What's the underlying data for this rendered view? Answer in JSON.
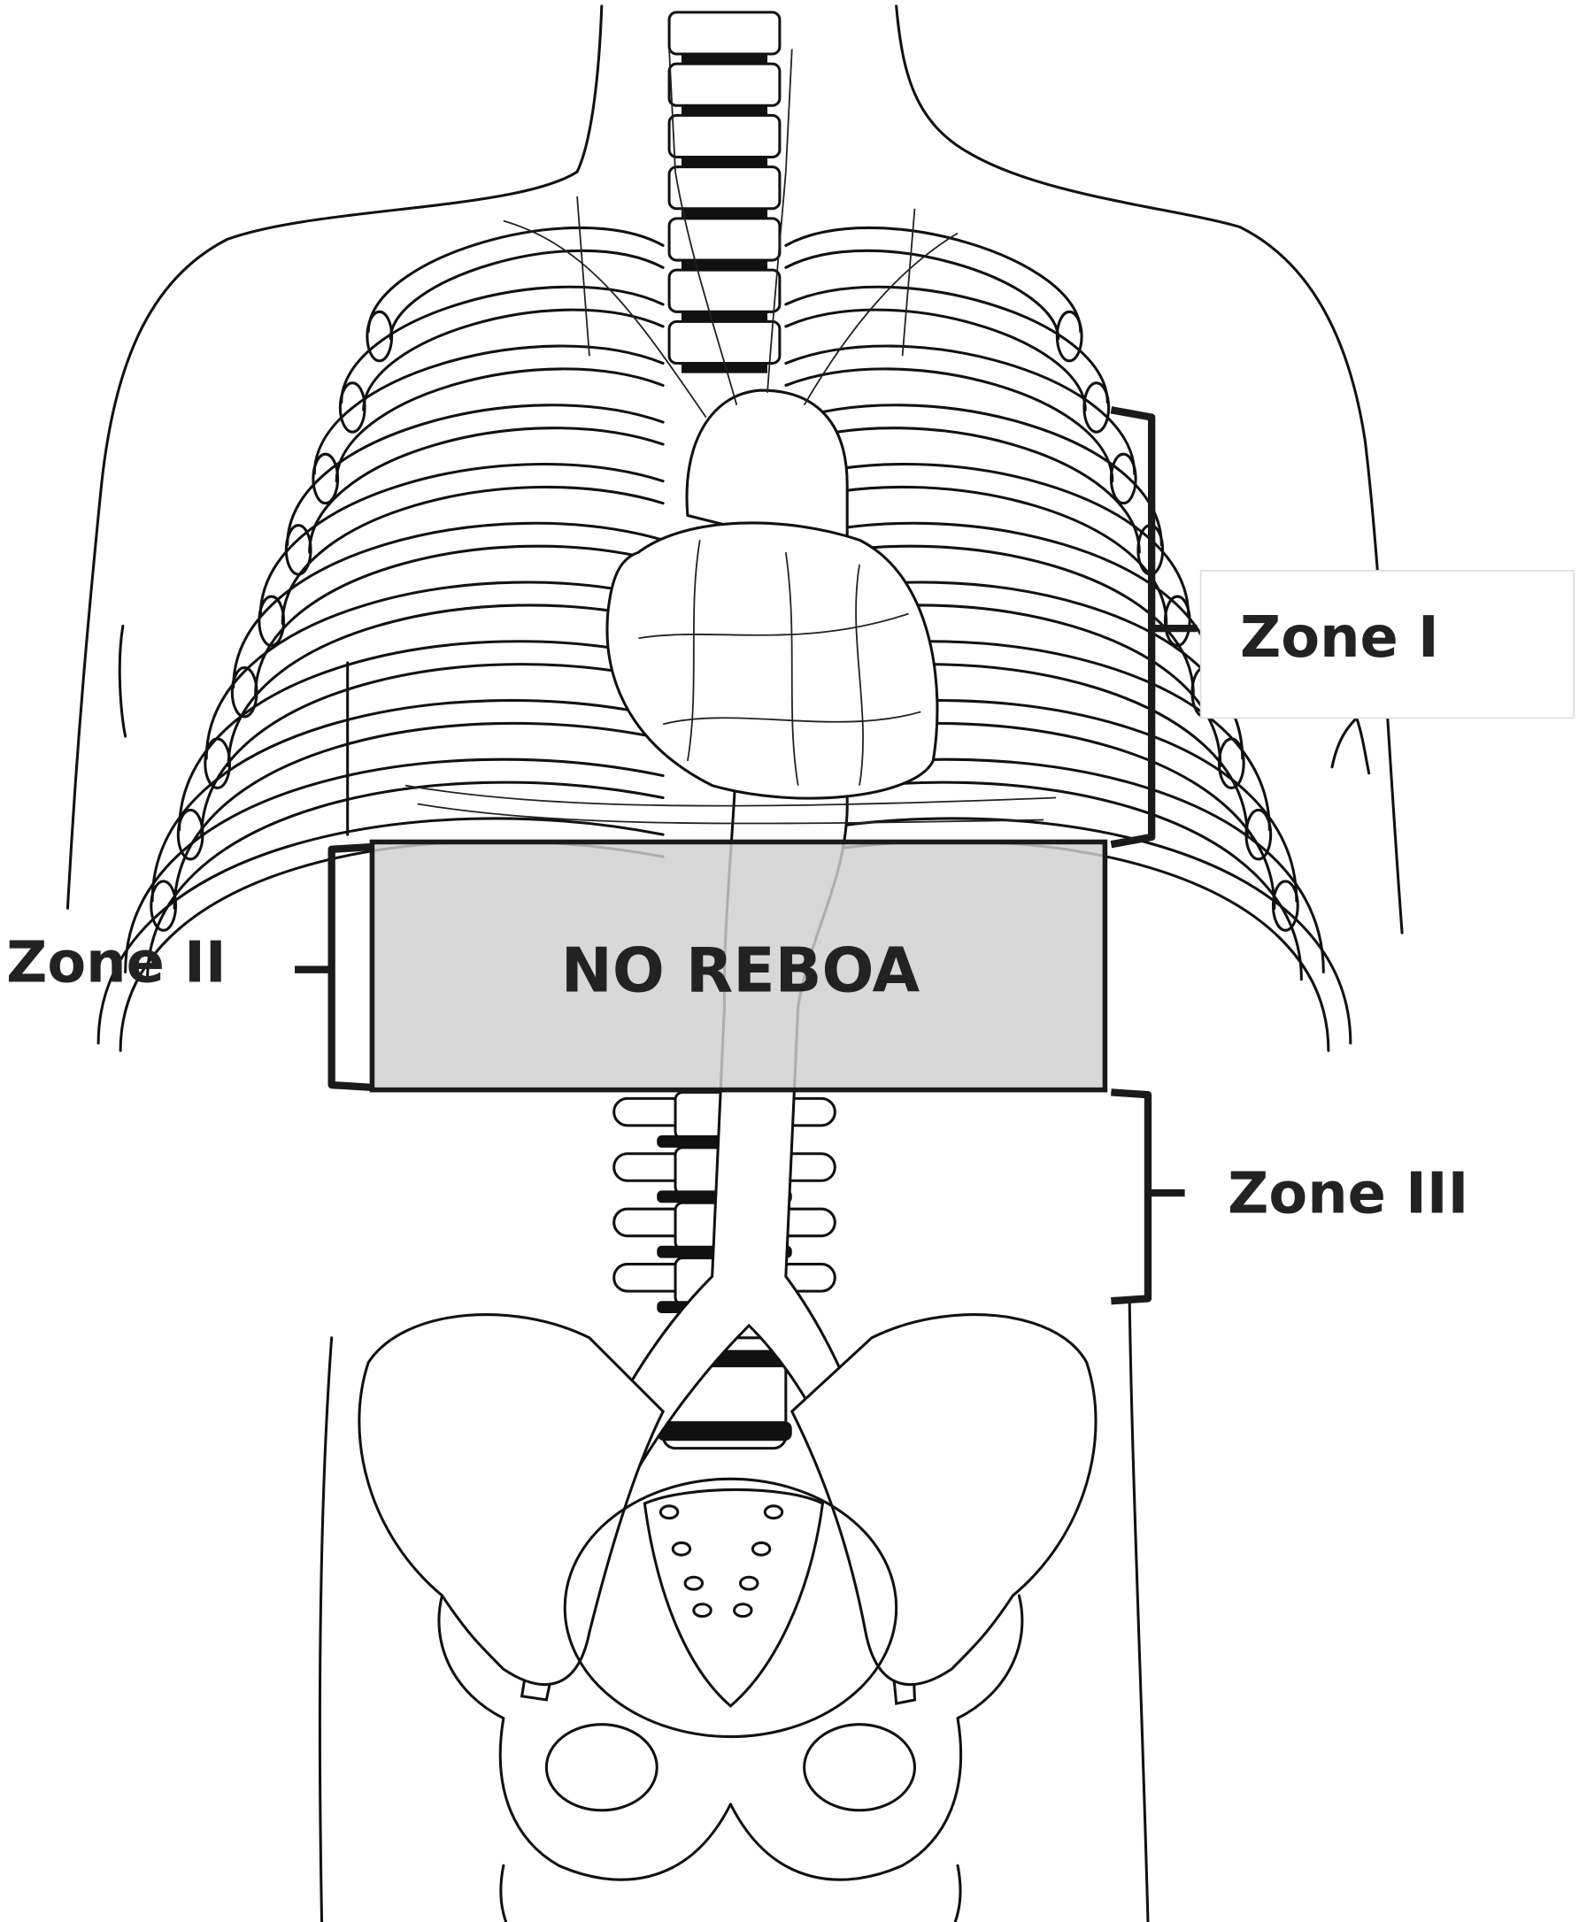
{
  "diagram": {
    "zones": [
      {
        "label": "Zone I"
      },
      {
        "label": "Zone II"
      },
      {
        "label": "Zone III"
      }
    ],
    "overlay": {
      "label": "NO REBOA",
      "color": "#cfcfcf"
    }
  }
}
